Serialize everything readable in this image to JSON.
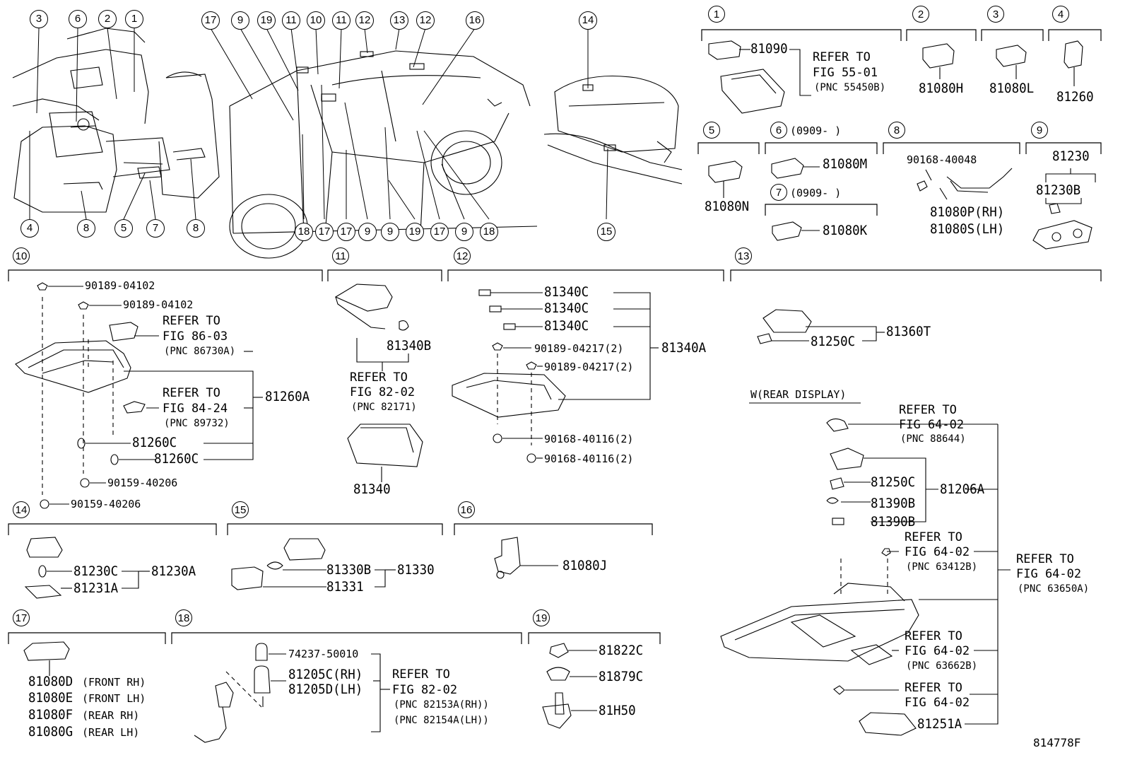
{
  "diagram_id": "814778F",
  "overview_callouts": [
    "3",
    "6",
    "2",
    "1",
    "17",
    "9",
    "19",
    "11",
    "10",
    "11",
    "12",
    "13",
    "12",
    "16",
    "14",
    "4",
    "8",
    "5",
    "7",
    "8",
    "18",
    "17",
    "17",
    "9",
    "9",
    "19",
    "17",
    "9",
    "18",
    "15"
  ],
  "sections": {
    "s1": {
      "num": "1",
      "parts": [
        "81090"
      ],
      "refer": [
        "REFER TO",
        "FIG 55-01",
        "(PNC 55450B)"
      ]
    },
    "s2": {
      "num": "2",
      "parts": [
        "81080H"
      ]
    },
    "s3": {
      "num": "3",
      "parts": [
        "81080L"
      ]
    },
    "s4": {
      "num": "4",
      "parts": [
        "81260"
      ]
    },
    "s5": {
      "num": "5",
      "parts": [
        "81080N"
      ]
    },
    "s6": {
      "num": "6",
      "note": "(0909-      )",
      "parts": [
        "81080M"
      ]
    },
    "s7": {
      "num": "7",
      "note": "(0909-      )",
      "parts": [
        "81080K"
      ]
    },
    "s8": {
      "num": "8",
      "parts": [
        "90168-40048",
        "81080P(RH)",
        "81080S(LH)"
      ]
    },
    "s9": {
      "num": "9",
      "parts": [
        "81230",
        "81230B"
      ]
    },
    "s10": {
      "num": "10",
      "parts": [
        "90189-04102",
        "90189-04102",
        "81260C",
        "81260C",
        "90159-40206",
        "90159-40206",
        "81260A"
      ],
      "refer1": [
        "REFER TO",
        "FIG 86-03",
        "(PNC 86730A)"
      ],
      "refer2": [
        "REFER TO",
        "FIG 84-24",
        "(PNC 89732)"
      ]
    },
    "s11": {
      "num": "11",
      "parts": [
        "81340B",
        "81340"
      ],
      "refer": [
        "REFER TO",
        "FIG 82-02",
        "(PNC 82171)"
      ]
    },
    "s12": {
      "num": "12",
      "parts": [
        "81340C",
        "81340C",
        "81340C",
        "90189-04217(2)",
        "90189-04217(2)",
        "81340A",
        "90168-40116(2)",
        "90168-40116(2)"
      ]
    },
    "s13": {
      "num": "13",
      "parts": [
        "81250C",
        "81360T"
      ],
      "rear_label": "W(REAR DISPLAY)",
      "rear_parts": [
        "81250C",
        "81390B",
        "81390B",
        "81206A",
        "81251A"
      ],
      "refers": [
        [
          "REFER TO",
          "FIG 64-02",
          "(PNC 88644)"
        ],
        [
          "REFER TO",
          "FIG 64-02",
          "(PNC 63412B)"
        ],
        [
          "REFER TO",
          "FIG 64-02",
          "(PNC 63650A)"
        ],
        [
          "REFER TO",
          "FIG 64-02",
          "(PNC 63662B)"
        ],
        [
          "REFER TO",
          "FIG 64-02"
        ]
      ]
    },
    "s14": {
      "num": "14",
      "parts": [
        "81230C",
        "81231A",
        "81230A"
      ]
    },
    "s15": {
      "num": "15",
      "parts": [
        "81330B",
        "81331",
        "81330"
      ]
    },
    "s16": {
      "num": "16",
      "parts": [
        "81080J"
      ]
    },
    "s17": {
      "num": "17",
      "parts": [
        "81080D",
        "81080E",
        "81080F",
        "81080G"
      ],
      "notes": [
        "(FRONT RH)",
        "(FRONT LH)",
        "(REAR RH)",
        "(REAR LH)"
      ]
    },
    "s18": {
      "num": "18",
      "parts": [
        "74237-50010",
        "81205C(RH)",
        "81205D(LH)"
      ],
      "refer": [
        "REFER TO",
        "FIG 82-02",
        "(PNC 82153A(RH))",
        "(PNC 82154A(LH))"
      ]
    },
    "s19": {
      "num": "19",
      "parts": [
        "81822C",
        "81879C",
        "81H50"
      ]
    }
  }
}
